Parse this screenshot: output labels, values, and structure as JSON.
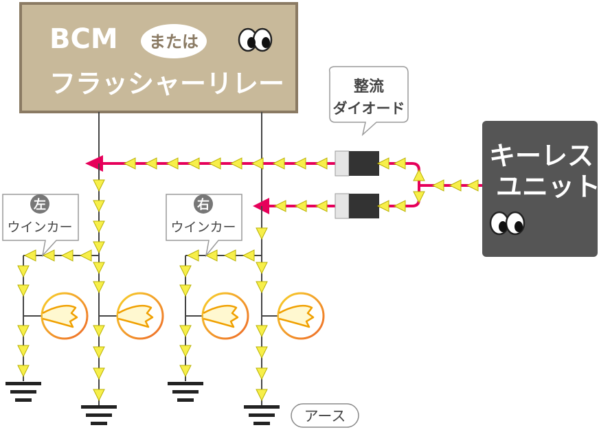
{
  "bcm_box": {
    "title": "BCM",
    "badge": "または",
    "subtitle": "フラッシャーリレー",
    "fill": "#c8b99a",
    "border": "#8a7a63"
  },
  "diode_callout": {
    "line1": "整流",
    "line2": "ダイオード"
  },
  "keyless_box": {
    "line1": "キーレス",
    "line2": "ユニット",
    "fill": "#555555"
  },
  "left_callout": {
    "badge": "左",
    "label": "ウインカー"
  },
  "right_callout": {
    "badge": "右",
    "label": "ウインカー"
  },
  "ground_label": "アース",
  "colors": {
    "signal_line": "#e6005a",
    "arrow_fill": "#f7ef4a",
    "arrow_stroke": "#b8b000",
    "wire": "#444444",
    "bulb": "#f0a000"
  },
  "icons": [
    "eyes-icon",
    "bulb-icon",
    "ground-icon",
    "diode-icon"
  ]
}
